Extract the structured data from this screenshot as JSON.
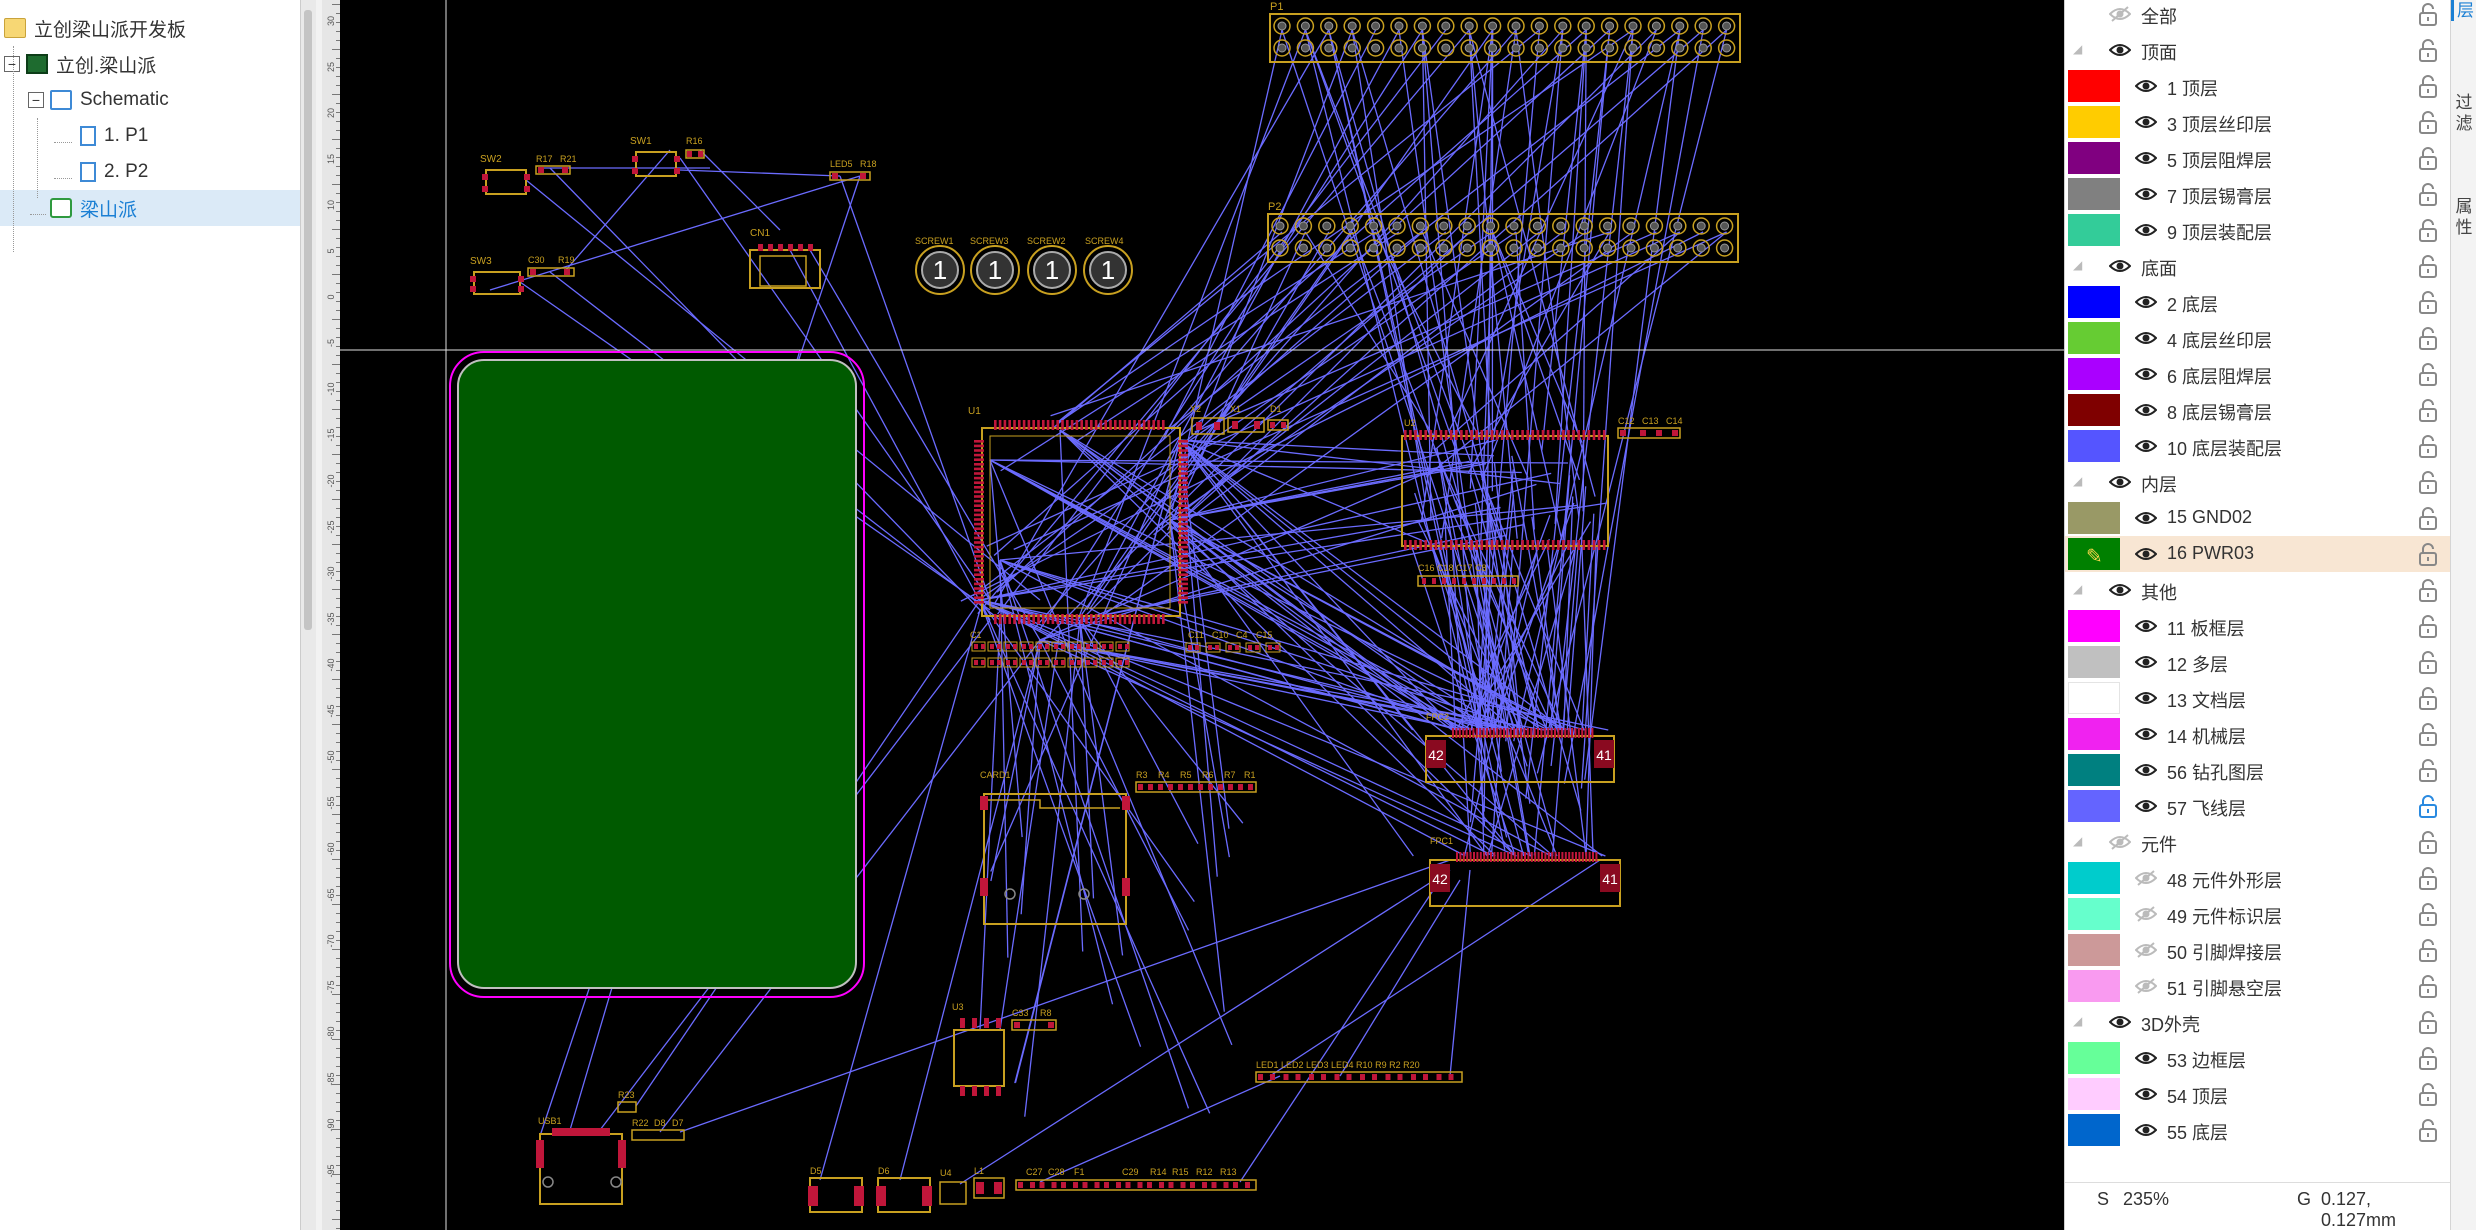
{
  "tree": {
    "items": [
      {
        "label": "立创梁山派开发板",
        "icon": "folder-icon",
        "toggle": "",
        "selected": false
      },
      {
        "label": "立创.梁山派",
        "icon": "board-icon",
        "toggle": "⊟",
        "selected": false
      },
      {
        "label": "Schematic",
        "icon": "schematic-icon",
        "toggle": "⊟",
        "selected": false
      },
      {
        "label": "1. P1",
        "icon": "page-icon",
        "toggle": "",
        "selected": false
      },
      {
        "label": "2. P2",
        "icon": "page-icon",
        "toggle": "",
        "selected": false
      },
      {
        "label": "梁山派",
        "icon": "pcb-icon",
        "toggle": "",
        "selected": true
      }
    ]
  },
  "ruler": {
    "labels": [
      "30",
      "25",
      "20",
      "15",
      "10",
      "5",
      "0",
      "-5",
      "-10",
      "-15",
      "-20",
      "-25",
      "-30",
      "-35",
      "-40",
      "-45",
      "-50",
      "-55",
      "-60",
      "-65",
      "-70",
      "-75",
      "-80",
      "-85",
      "-90",
      "-95"
    ]
  },
  "pcb": {
    "colors": {
      "background": "#000000",
      "silk": "#c8a020",
      "pad": "#c0163a",
      "ratsnest": "#6b6bff",
      "outline": "#ff00ff",
      "lcd": "#005a00",
      "crosshair": "#e0e0e0"
    },
    "labels": {
      "p1": "P1",
      "p2": "P2",
      "sw2": "SW2",
      "r17": "R17",
      "r21": "R21",
      "sw1": "SW1",
      "r16": "R16",
      "led5": "LED5",
      "r18": "R18",
      "sw3": "SW3",
      "c30": "C30",
      "r19": "R19",
      "cn1": "CN1",
      "screw1": "SCREW1",
      "screw2": "SCREW3",
      "screw3": "SCREW2",
      "screw4": "SCREW4",
      "screw_num": "1",
      "u1": "U1",
      "x2": "X2",
      "x1": "X1",
      "d1": "D1",
      "u2": "U2",
      "c12": "C12",
      "c13": "C13",
      "c14": "C14",
      "c1": "C1",
      "c11": "C11",
      "c10": "C10",
      "c4": "C4",
      "c15": "C15",
      "fpc2": "FPC2",
      "fpc1": "FPC1",
      "pin42": "42",
      "pin41": "41",
      "card1": "CARD1",
      "r3": "R3",
      "r4": "R4",
      "r5": "R5",
      "r6": "R6",
      "r7": "R7",
      "r1": "R1",
      "u3": "U3",
      "c33": "C33",
      "r8": "R8",
      "led_row": "LED1 LED2 LED3 LED4 R10 R9 R2 R20",
      "usb1": "USB1",
      "r23": "R23",
      "r22": "R22",
      "d8": "D8",
      "d7": "D7",
      "d5": "D5",
      "d6": "D6",
      "u4": "U4",
      "l1": "L1",
      "c27": "C27",
      "c28": "C28",
      "f1": "F1",
      "c29": "C29",
      "r14": "R14",
      "r15": "R15",
      "r12": "R12",
      "r13": "R13",
      "u2_bottom": "C16 C18 C17 C8"
    }
  },
  "layers": {
    "rows": [
      {
        "type": "group",
        "label": "全部",
        "visible": false,
        "caret": false
      },
      {
        "type": "group",
        "label": "顶面",
        "visible": true,
        "caret": true
      },
      {
        "type": "layer",
        "label": "1 顶层",
        "color": "#ff0000",
        "visible": true
      },
      {
        "type": "layer",
        "label": "3 顶层丝印层",
        "color": "#ffcc00",
        "visible": true
      },
      {
        "type": "layer",
        "label": "5 顶层阻焊层",
        "color": "#800080",
        "visible": true
      },
      {
        "type": "layer",
        "label": "7 顶层锡膏层",
        "color": "#808080",
        "visible": true
      },
      {
        "type": "layer",
        "label": "9 顶层装配层",
        "color": "#33cc99",
        "visible": true
      },
      {
        "type": "group",
        "label": "底面",
        "visible": true,
        "caret": true
      },
      {
        "type": "layer",
        "label": "2 底层",
        "color": "#0000ff",
        "visible": true
      },
      {
        "type": "layer",
        "label": "4 底层丝印层",
        "color": "#66cc33",
        "visible": true
      },
      {
        "type": "layer",
        "label": "6 底层阻焊层",
        "color": "#aa00ff",
        "visible": true
      },
      {
        "type": "layer",
        "label": "8 底层锡膏层",
        "color": "#7f0000",
        "visible": true
      },
      {
        "type": "layer",
        "label": "10 底层装配层",
        "color": "#5555ff",
        "visible": true
      },
      {
        "type": "group",
        "label": "内层",
        "visible": true,
        "caret": true
      },
      {
        "type": "layer",
        "label": "15 GND02",
        "color": "#999966",
        "visible": true
      },
      {
        "type": "layer",
        "label": "16 PWR03",
        "color": "#008000",
        "visible": true,
        "active": true
      },
      {
        "type": "group",
        "label": "其他",
        "visible": true,
        "caret": true
      },
      {
        "type": "layer",
        "label": "11 板框层",
        "color": "#ff00ff",
        "visible": true
      },
      {
        "type": "layer",
        "label": "12 多层",
        "color": "#c0c0c0",
        "visible": true
      },
      {
        "type": "layer",
        "label": "13 文档层",
        "color": "#ffffff",
        "visible": true
      },
      {
        "type": "layer",
        "label": "14 机械层",
        "color": "#f022f0",
        "visible": true
      },
      {
        "type": "layer",
        "label": "56 钻孔图层",
        "color": "#008080",
        "visible": true
      },
      {
        "type": "layer",
        "label": "57 飞线层",
        "color": "#6464ff",
        "visible": true,
        "locked": true
      },
      {
        "type": "group",
        "label": "元件",
        "visible": false,
        "caret": true
      },
      {
        "type": "layer",
        "label": "48 元件外形层",
        "color": "#00cccc",
        "visible": false
      },
      {
        "type": "layer",
        "label": "49 元件标识层",
        "color": "#66ffcc",
        "visible": false
      },
      {
        "type": "layer",
        "label": "50 引脚焊接层",
        "color": "#cc9999",
        "visible": false
      },
      {
        "type": "layer",
        "label": "51 引脚悬空层",
        "color": "#f99af0",
        "visible": false
      },
      {
        "type": "group",
        "label": "3D外壳",
        "visible": true,
        "caret": true
      },
      {
        "type": "layer",
        "label": "53 边框层",
        "color": "#66ff99",
        "visible": true
      },
      {
        "type": "layer",
        "label": "54 顶层",
        "color": "#ffccff",
        "visible": true
      },
      {
        "type": "layer",
        "label": "55 底层",
        "color": "#0066cc",
        "visible": true
      }
    ],
    "footer": {
      "scale_label": "S",
      "scale": "235%",
      "grid_label": "G",
      "grid": "0.127, 0.127mm"
    }
  },
  "side_tabs": [
    {
      "label": "层",
      "active": true
    },
    {
      "label": "过滤",
      "active": false
    },
    {
      "label": "属性",
      "active": false
    }
  ]
}
